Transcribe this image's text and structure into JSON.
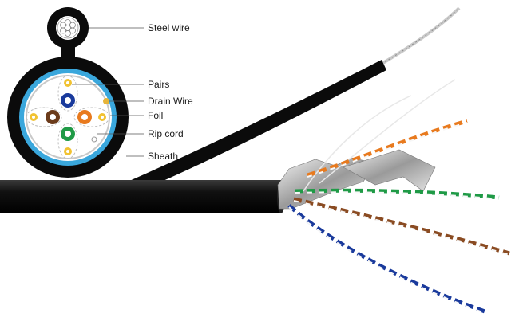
{
  "labels": {
    "steel_wire": "Steel wire",
    "pairs": "Pairs",
    "drain_wire": "Drain Wire",
    "foil": "Foil",
    "rip_cord": "Rip cord",
    "sheath": "Sheath"
  },
  "colors": {
    "sheath": "#0b0b0b",
    "inner_jacket": "#3aa7dc",
    "foil": "#d8d8d8",
    "pair_brown": "#6b3b1b",
    "pair_orange": "#e87a1e",
    "pair_green": "#1f9a46",
    "pair_blue": "#1a3a9c",
    "drain": "#e6b43a",
    "steel": "#c9c9c9"
  }
}
